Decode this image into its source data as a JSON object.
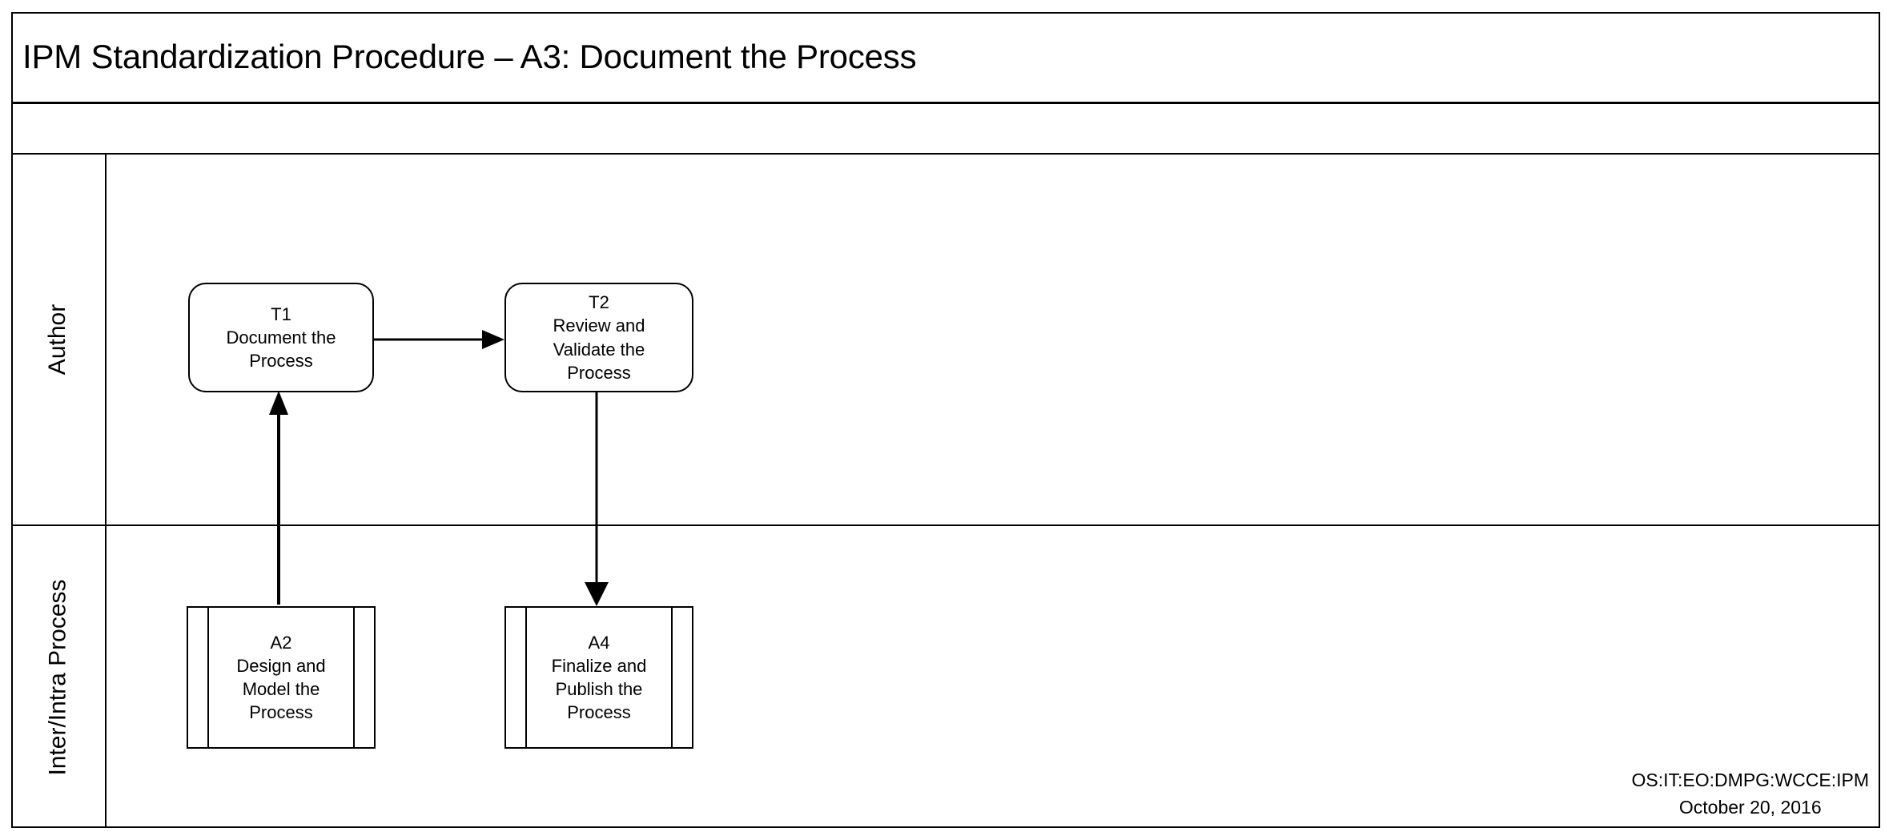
{
  "document": {
    "title": "IPM Standardization Procedure – A3: Document the Process"
  },
  "lanes": [
    {
      "id": "author",
      "label": "Author"
    },
    {
      "id": "inter-intra-process",
      "label": "Inter/Intra Process"
    }
  ],
  "nodes": {
    "t1": {
      "id": "T1",
      "name": "Document the Process",
      "label": "T1\nDocument the\nProcess",
      "shape": "task",
      "lane": "Author"
    },
    "t2": {
      "id": "T2",
      "name": "Review and Validate the Process",
      "label": "T2\nReview and\nValidate the\nProcess",
      "shape": "task",
      "lane": "Author"
    },
    "a2": {
      "id": "A2",
      "name": "Design and Model the Process",
      "label": "A2\nDesign and\nModel the\nProcess",
      "shape": "predefined-process",
      "lane": "Inter/Intra Process"
    },
    "a4": {
      "id": "A4",
      "name": "Finalize and Publish the Process",
      "label": "A4\nFinalize and\nPublish the\nProcess",
      "shape": "predefined-process",
      "lane": "Inter/Intra Process"
    }
  },
  "connectors": [
    {
      "id": "a2-to-t1",
      "from": "A2",
      "to": "T1",
      "direction": "up"
    },
    {
      "id": "t1-to-t2",
      "from": "T1",
      "to": "T2",
      "direction": "right"
    },
    {
      "id": "t2-to-a4",
      "from": "T2",
      "to": "A4",
      "direction": "down"
    }
  ],
  "footer": {
    "org": "OS:IT:EO:DMPG:WCCE:IPM",
    "date": "October 20, 2016"
  },
  "colors": {
    "stroke": "#000000",
    "background": "#ffffff",
    "text": "#000000"
  }
}
